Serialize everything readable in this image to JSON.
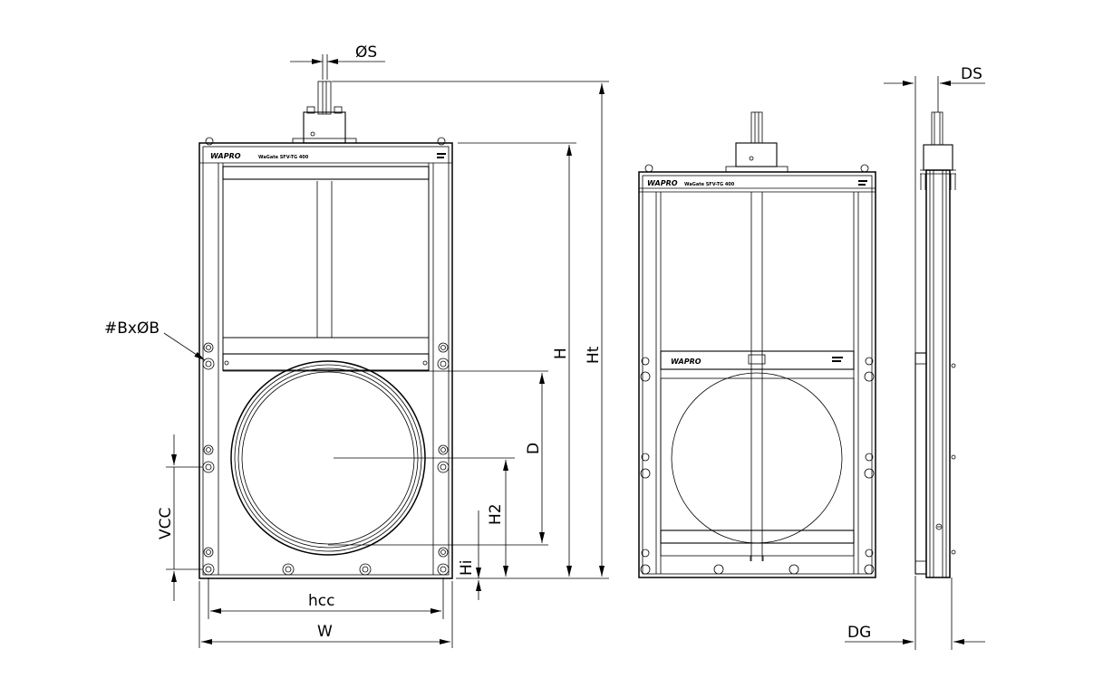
{
  "drawing": {
    "labels": {
      "stem_diameter": "ØS",
      "overall_height": "Ht",
      "body_height": "H",
      "bolt_holes": "#BxØB",
      "port_diameter": "D",
      "center_height": "H2",
      "vertical_spacing": "VCC",
      "bottom_offset": "Hi",
      "horizontal_spacing": "hcc",
      "width": "W",
      "stem_side": "DS",
      "gate_depth": "DG"
    },
    "nameplate": {
      "brand": "WAPRO",
      "model": "WaGate SFV-TG 400"
    },
    "line_color": "#000000"
  }
}
